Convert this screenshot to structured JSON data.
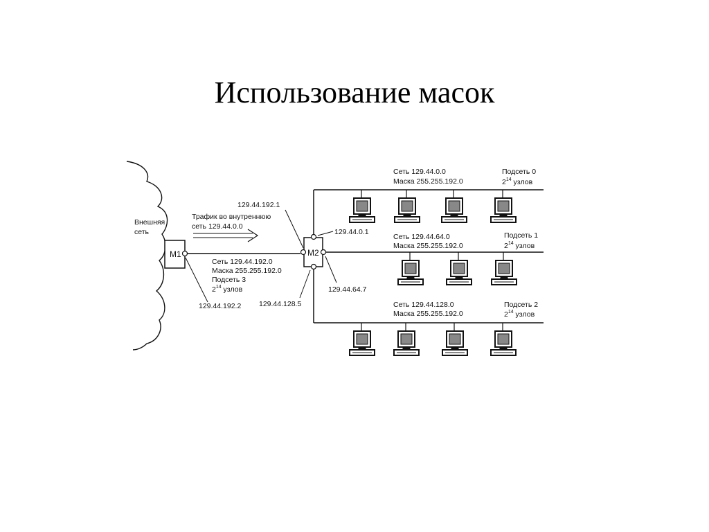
{
  "slide": {
    "title": "Использование масок"
  },
  "diagram": {
    "external_network": {
      "line1": "Внешняя",
      "line2": "сеть"
    },
    "router_m1": {
      "label": "M1"
    },
    "router_m2": {
      "label": "M2"
    },
    "traffic_note": {
      "line1": "Трафик во внутреннюю",
      "line2": "сеть 129.44.0.0"
    },
    "m2_ip_top": "129.44.192.1",
    "link": {
      "net": "Сеть 129.44.192.0",
      "mask": "Маска 255.255.192.0",
      "subnet": "Подсеть 3",
      "hosts_base": "2",
      "hosts_exp": "14",
      "hosts_word": " узлов"
    },
    "m1_ip": "129.44.192.2",
    "m2_ip_bottom": "129.44.128.5",
    "m2_ip_right": "129.44.64.7",
    "m2_ip_subnet0": "129.44.0.1",
    "subnets": [
      {
        "net": "Сеть 129.44.0.0",
        "mask": "Маска 255.255.192.0",
        "name": "Подсеть 0",
        "hosts_base": "2",
        "hosts_exp": "14",
        "hosts_word": " узлов"
      },
      {
        "net": "Сеть 129.44.64.0",
        "mask": "Маска 255.255.192.0",
        "name": "Подсеть 1",
        "hosts_base": "2",
        "hosts_exp": "14",
        "hosts_word": " узлов"
      },
      {
        "net": "Сеть 129.44.128.0",
        "mask": "Маска 255.255.192.0",
        "name": "Подсеть 2",
        "hosts_base": "2",
        "hosts_exp": "14",
        "hosts_word": " узлов"
      }
    ]
  },
  "colors": {
    "ink": "#111111",
    "screen": "#888888",
    "background": "#ffffff"
  }
}
